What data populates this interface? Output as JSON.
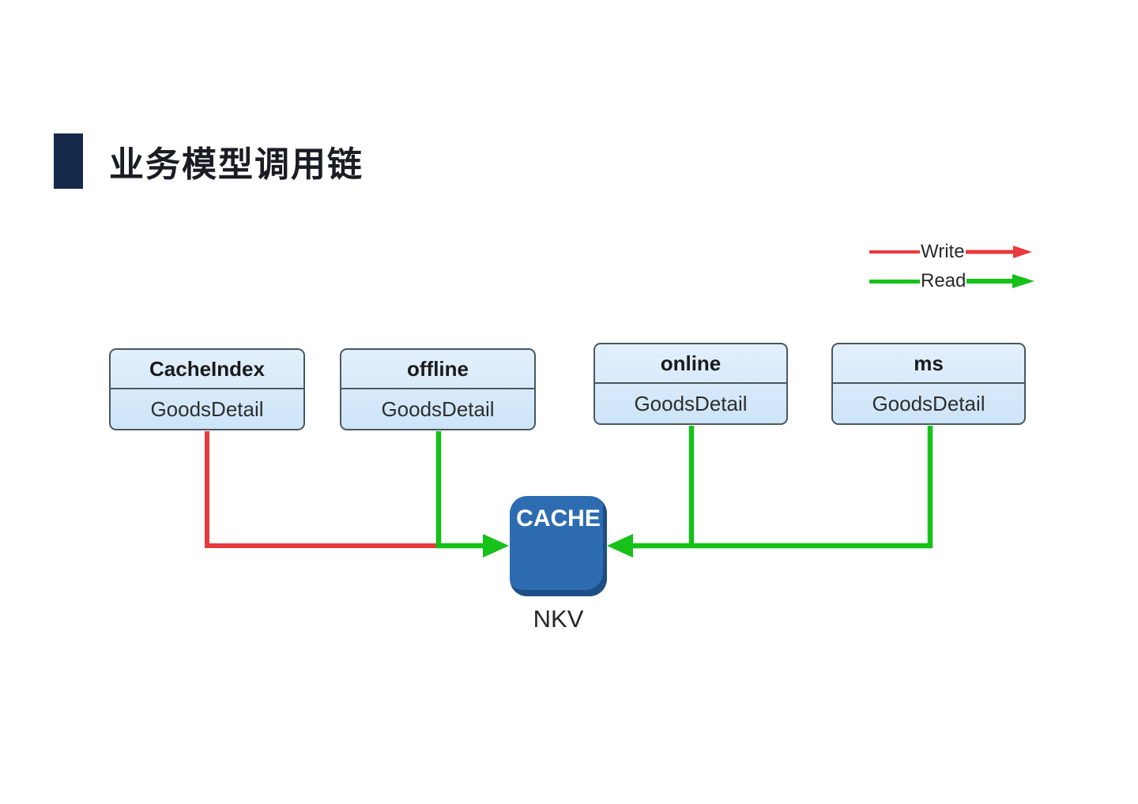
{
  "header": {
    "title": "业务模型调用链"
  },
  "legend": {
    "write": {
      "label": "Write"
    },
    "read": {
      "label": "Read"
    }
  },
  "nodes": [
    {
      "title": "CacheIndex",
      "value": "GoodsDetail"
    },
    {
      "title": "offline",
      "value": "GoodsDetail"
    },
    {
      "title": "online",
      "value": "GoodsDetail"
    },
    {
      "title": "ms",
      "value": "GoodsDetail"
    }
  ],
  "cache": {
    "label": "CACHE",
    "sublabel": "NKV"
  },
  "colors": {
    "write": "#e8393c",
    "read": "#16c11a",
    "accent": "#152a4a",
    "node_fill_top": "#e3f0fc",
    "node_fill_bottom": "#cde4f8",
    "node_border": "#4a575f",
    "cache_fill": "#2d6cb1",
    "cache_shadow": "#1d4e85"
  }
}
